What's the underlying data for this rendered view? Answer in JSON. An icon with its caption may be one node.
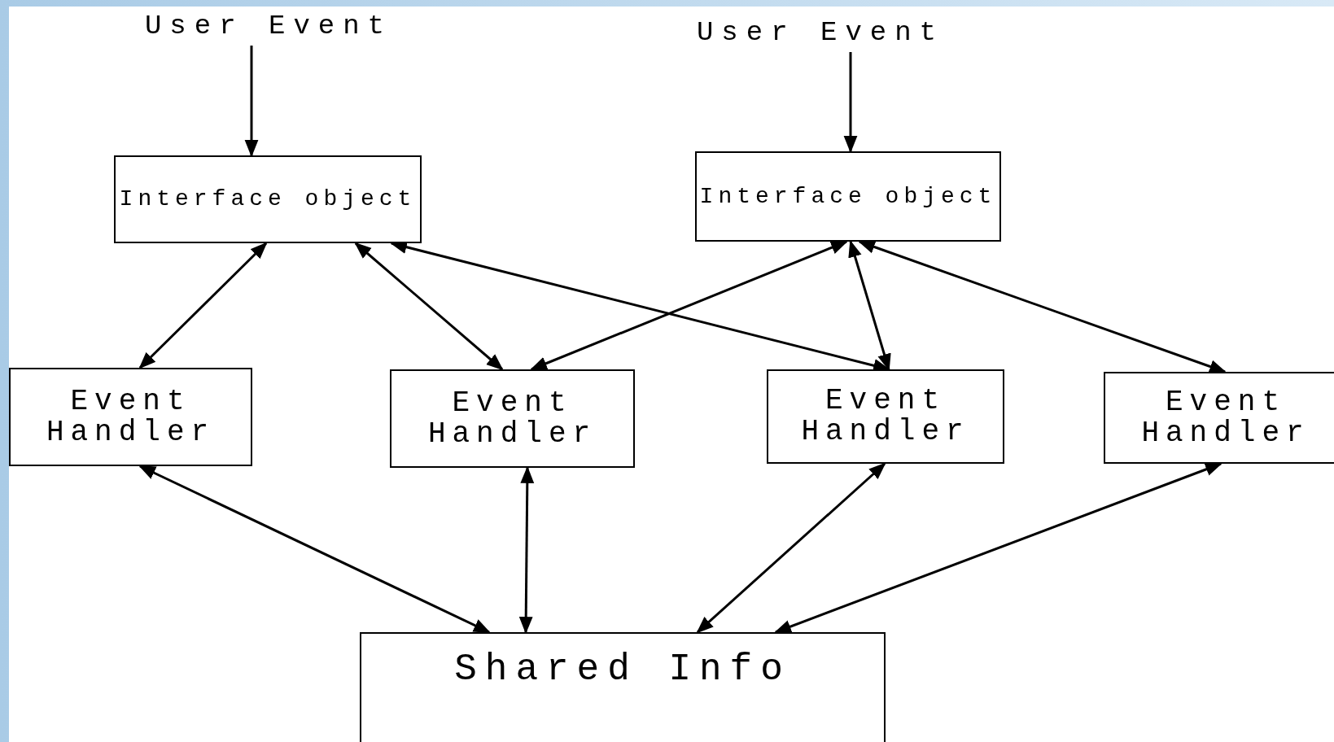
{
  "diagram": {
    "nodes": [
      {
        "text": [
          "User Event"
        ]
      },
      {
        "text": [
          "User Event"
        ]
      },
      {
        "text": [
          "Interface object"
        ]
      },
      {
        "text": [
          "Interface object"
        ]
      },
      {
        "text": [
          "Event Handler"
        ]
      },
      {
        "text": [
          "Event Handler"
        ]
      },
      {
        "text": [
          "Event Handler"
        ]
      },
      {
        "text": [
          "Event Handler"
        ]
      },
      {
        "text": [
          "Shared Info"
        ]
      }
    ],
    "edges": [
      {
        "from": 0,
        "to": 2,
        "arrow": "to"
      },
      {
        "from": 1,
        "to": 3,
        "arrow": "to"
      },
      {
        "from": 2,
        "to": 4,
        "arrow": "both"
      },
      {
        "from": 2,
        "to": 5,
        "arrow": "both"
      },
      {
        "from": 2,
        "to": 6,
        "arrow": "both"
      },
      {
        "from": 3,
        "to": 5,
        "arrow": "both"
      },
      {
        "from": 3,
        "to": 6,
        "arrow": "both"
      },
      {
        "from": 3,
        "to": 7,
        "arrow": "both"
      },
      {
        "from": 4,
        "to": 8,
        "arrow": "both"
      },
      {
        "from": 5,
        "to": 8,
        "arrow": "both"
      },
      {
        "from": 6,
        "to": 8,
        "arrow": "both"
      },
      {
        "from": 7,
        "to": 8,
        "arrow": "both"
      }
    ]
  }
}
